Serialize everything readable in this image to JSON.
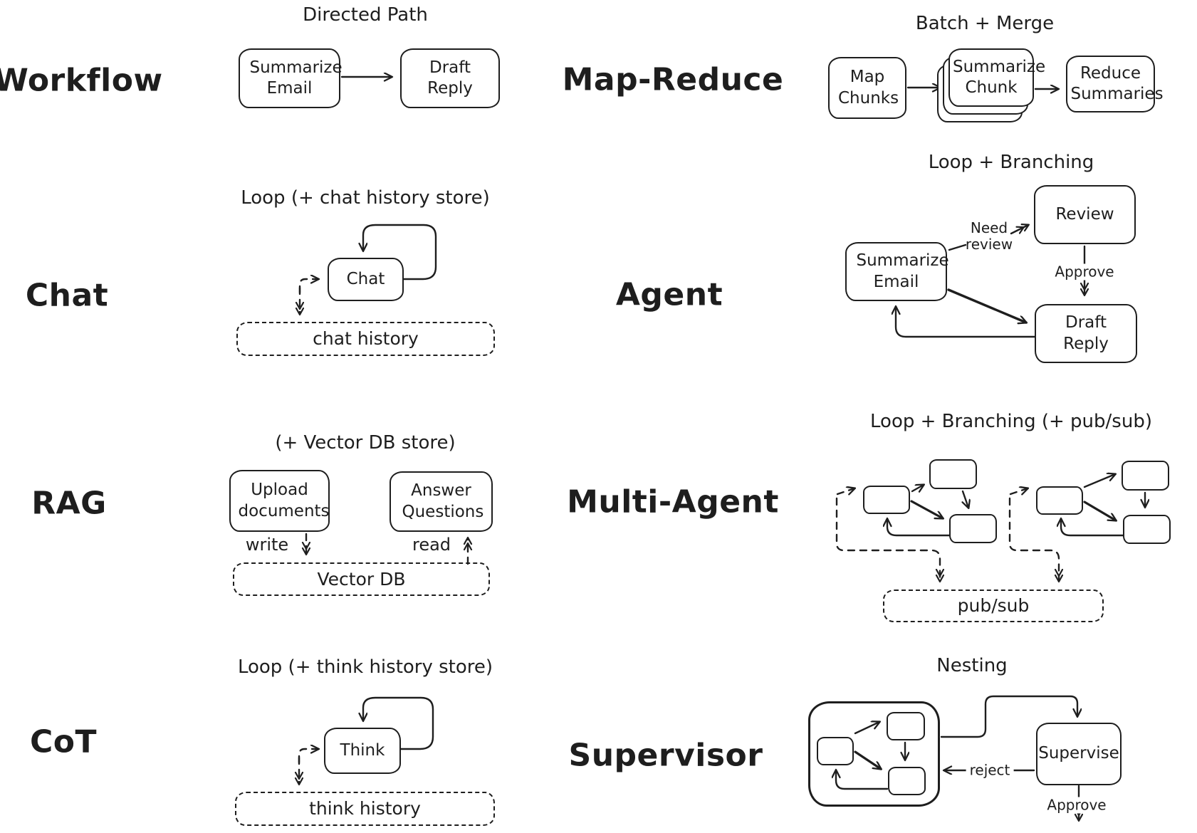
{
  "canvas": {
    "background": "#ffffff",
    "ink": "#1e1e1e"
  },
  "panels": {
    "workflow": {
      "label": "Workflow",
      "title": "Directed Path",
      "nodes": {
        "summarize_email": "Summarize Email",
        "draft_reply": "Draft Reply"
      }
    },
    "map_reduce": {
      "label": "Map-Reduce",
      "title": "Batch + Merge",
      "nodes": {
        "map_chunks": "Map Chunks",
        "summarize_chunk": "Summarize Chunk",
        "reduce_summaries": "Reduce Summaries"
      }
    },
    "chat": {
      "label": "Chat",
      "title": "Loop (+ chat history store)",
      "nodes": {
        "chat": "Chat",
        "chat_history": "chat history"
      }
    },
    "agent": {
      "label": "Agent",
      "title": "Loop + Branching",
      "nodes": {
        "summarize_email": "Summarize Email",
        "review": "Review",
        "draft_reply": "Draft Reply"
      },
      "edges": {
        "need_review": "Need review",
        "approve": "Approve"
      }
    },
    "rag": {
      "label": "RAG",
      "title": "(+ Vector DB store)",
      "nodes": {
        "upload_documents": "Upload documents",
        "answer_questions": "Answer Questions",
        "vector_db": "Vector DB"
      },
      "edges": {
        "write": "write",
        "read": "read"
      }
    },
    "multi_agent": {
      "label": "Multi-Agent",
      "title": "Loop + Branching (+ pub/sub)",
      "nodes": {
        "pub_sub": "pub/sub"
      }
    },
    "cot": {
      "label": "CoT",
      "title": "Loop (+ think history store)",
      "nodes": {
        "think": "Think",
        "think_history": "think history"
      }
    },
    "supervisor": {
      "label": "Supervisor",
      "title": "Nesting",
      "nodes": {
        "supervise": "Supervise"
      },
      "edges": {
        "reject": "reject",
        "approve": "Approve"
      }
    }
  }
}
